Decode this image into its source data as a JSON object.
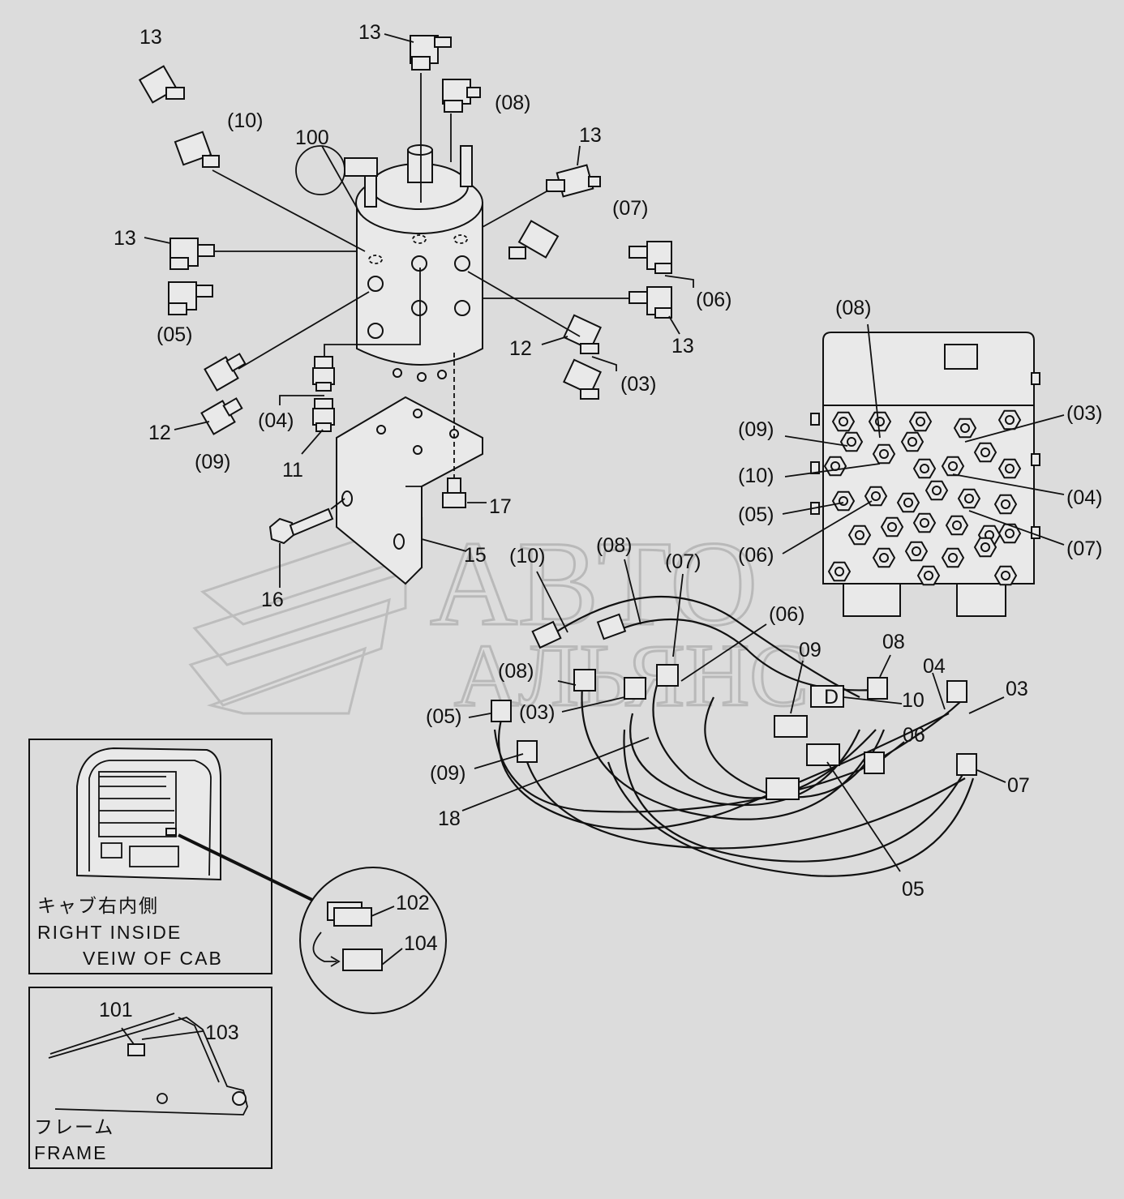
{
  "watermark": {
    "line1": "АВТО",
    "line2": "АЛЬЯНС"
  },
  "labels": {
    "p13a": "13",
    "p13b": "13",
    "p13c": "13",
    "p13d": "13",
    "p13e": "13",
    "p10a": "(10)",
    "p08a": "(08)",
    "p100": "100",
    "p07a": "(07)",
    "p06a": "(06)",
    "p05a": "(05)",
    "p12a": "12",
    "p03a": "(03)",
    "p12b": "12",
    "p04a": "(04)",
    "p09a": "(09)",
    "p11": "11",
    "p17": "17",
    "p15": "15",
    "p16": "16",
    "p10b": "(10)",
    "p08b": "(08)",
    "p07b": "(07)",
    "p06b": "(06)",
    "p08c": "(08)",
    "p05b": "(05)",
    "p03b": "(03)",
    "p09b": "(09)",
    "p18": "18",
    "h09": "09",
    "h08": "08",
    "h04": "04",
    "h03": "03",
    "h10": "10",
    "h06": "06",
    "h07": "07",
    "h05": "05",
    "v08": "(08)",
    "v09": "(09)",
    "v10": "(10)",
    "v05": "(05)",
    "v06": "(06)",
    "v03": "(03)",
    "v04": "(04)",
    "v07": "(07)",
    "p102": "102",
    "p104": "104",
    "p101": "101",
    "p103": "103",
    "hose_tag": "D"
  },
  "cab_box": {
    "jp": "キャブ右内側",
    "en1": "RIGHT  INSIDE",
    "en2": "VEIW  OF  CAB"
  },
  "frame_box": {
    "jp": "フレーム",
    "en": "FRAME"
  }
}
